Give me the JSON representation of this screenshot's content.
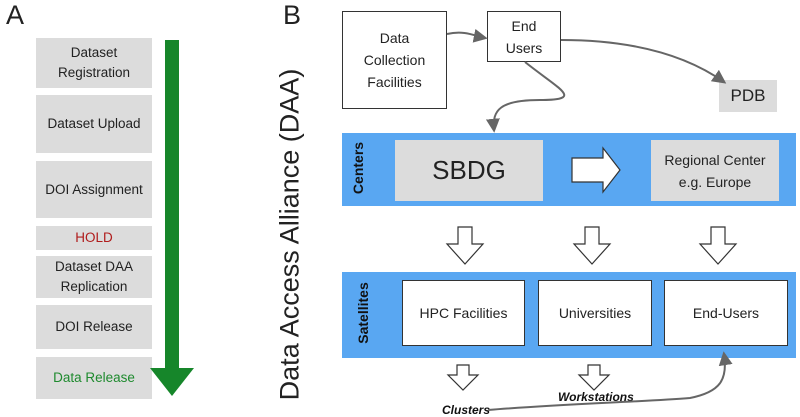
{
  "panel_a": {
    "letter": "A",
    "steps": [
      {
        "label": "Dataset Registration",
        "kind": "normal"
      },
      {
        "label": "Dataset Upload",
        "kind": "normal"
      },
      {
        "label": "DOI Assignment",
        "kind": "normal"
      },
      {
        "label": "HOLD",
        "kind": "hold"
      },
      {
        "label": "Dataset DAA Replication",
        "kind": "normal"
      },
      {
        "label": "DOI Release",
        "kind": "normal"
      },
      {
        "label": "Data Release",
        "kind": "release"
      }
    ],
    "arrow_color": "#16862a"
  },
  "panel_b": {
    "letter": "B",
    "side_title": "Data Access Alliance (DAA)",
    "top": {
      "data_collection": "Data Collection Facilities",
      "end_users": "End Users",
      "pdb": "PDB"
    },
    "centers": {
      "label": "Centers",
      "sbdg": "SBDG",
      "regional": "Regional Center e.g. Europe"
    },
    "satellites": {
      "label": "Satellites",
      "items": [
        "HPC Facilities",
        "Universities",
        "End-Users"
      ]
    },
    "bottom": {
      "clusters": "Clusters",
      "workstations": "Workstations"
    },
    "band_color": "#59a7f2"
  }
}
